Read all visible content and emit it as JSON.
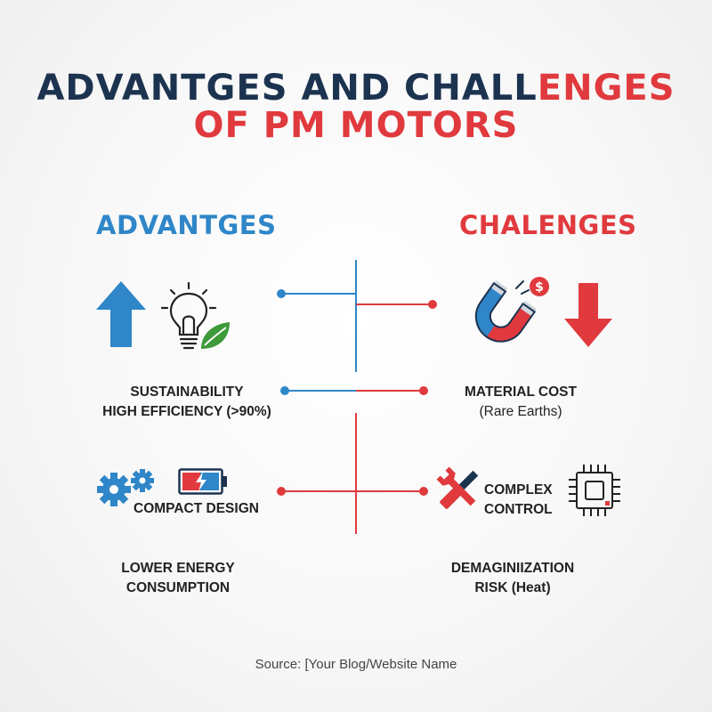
{
  "title": {
    "line1_main": "ADVANTGES AND CHALL",
    "line1_accent": "ENGES",
    "line2": "OF PM MOTORS"
  },
  "advantages": {
    "heading": "ADVANTGES",
    "item1_line1": "SUSTAINABILITY",
    "item1_line2": "HIGH EFFICIENCY (>90%)",
    "item2": "COMPACT DESIGN",
    "item3_line1": "LOWER ENERGY",
    "item3_line2": "CONSUMPTION"
  },
  "challenges": {
    "heading": "CHALENGES",
    "item1_line1": "MATERIAL COST",
    "item1_line2": "(Rare Earths)",
    "item2_line1": "COMPLEX",
    "item2_line2": "CONTROL",
    "item3_line1": "DEMAGINIIZATION",
    "item3_line2": "RISK (Heat)"
  },
  "icons": {
    "up_arrow": "up-arrow-icon",
    "lightbulb": "lightbulb-leaf-icon",
    "magnet": "magnet-dollar-icon",
    "down_arrow": "down-arrow-icon",
    "gears": "gears-icon",
    "battery": "battery-icon",
    "tools": "wrench-screwdriver-icon",
    "chip": "microchip-icon"
  },
  "colors": {
    "navy": "#1c3350",
    "blue": "#2f86c8",
    "red": "#e03a3e",
    "green": "#3f9a3a"
  },
  "footer": {
    "source": "Source: [Your Blog/Website Name"
  }
}
